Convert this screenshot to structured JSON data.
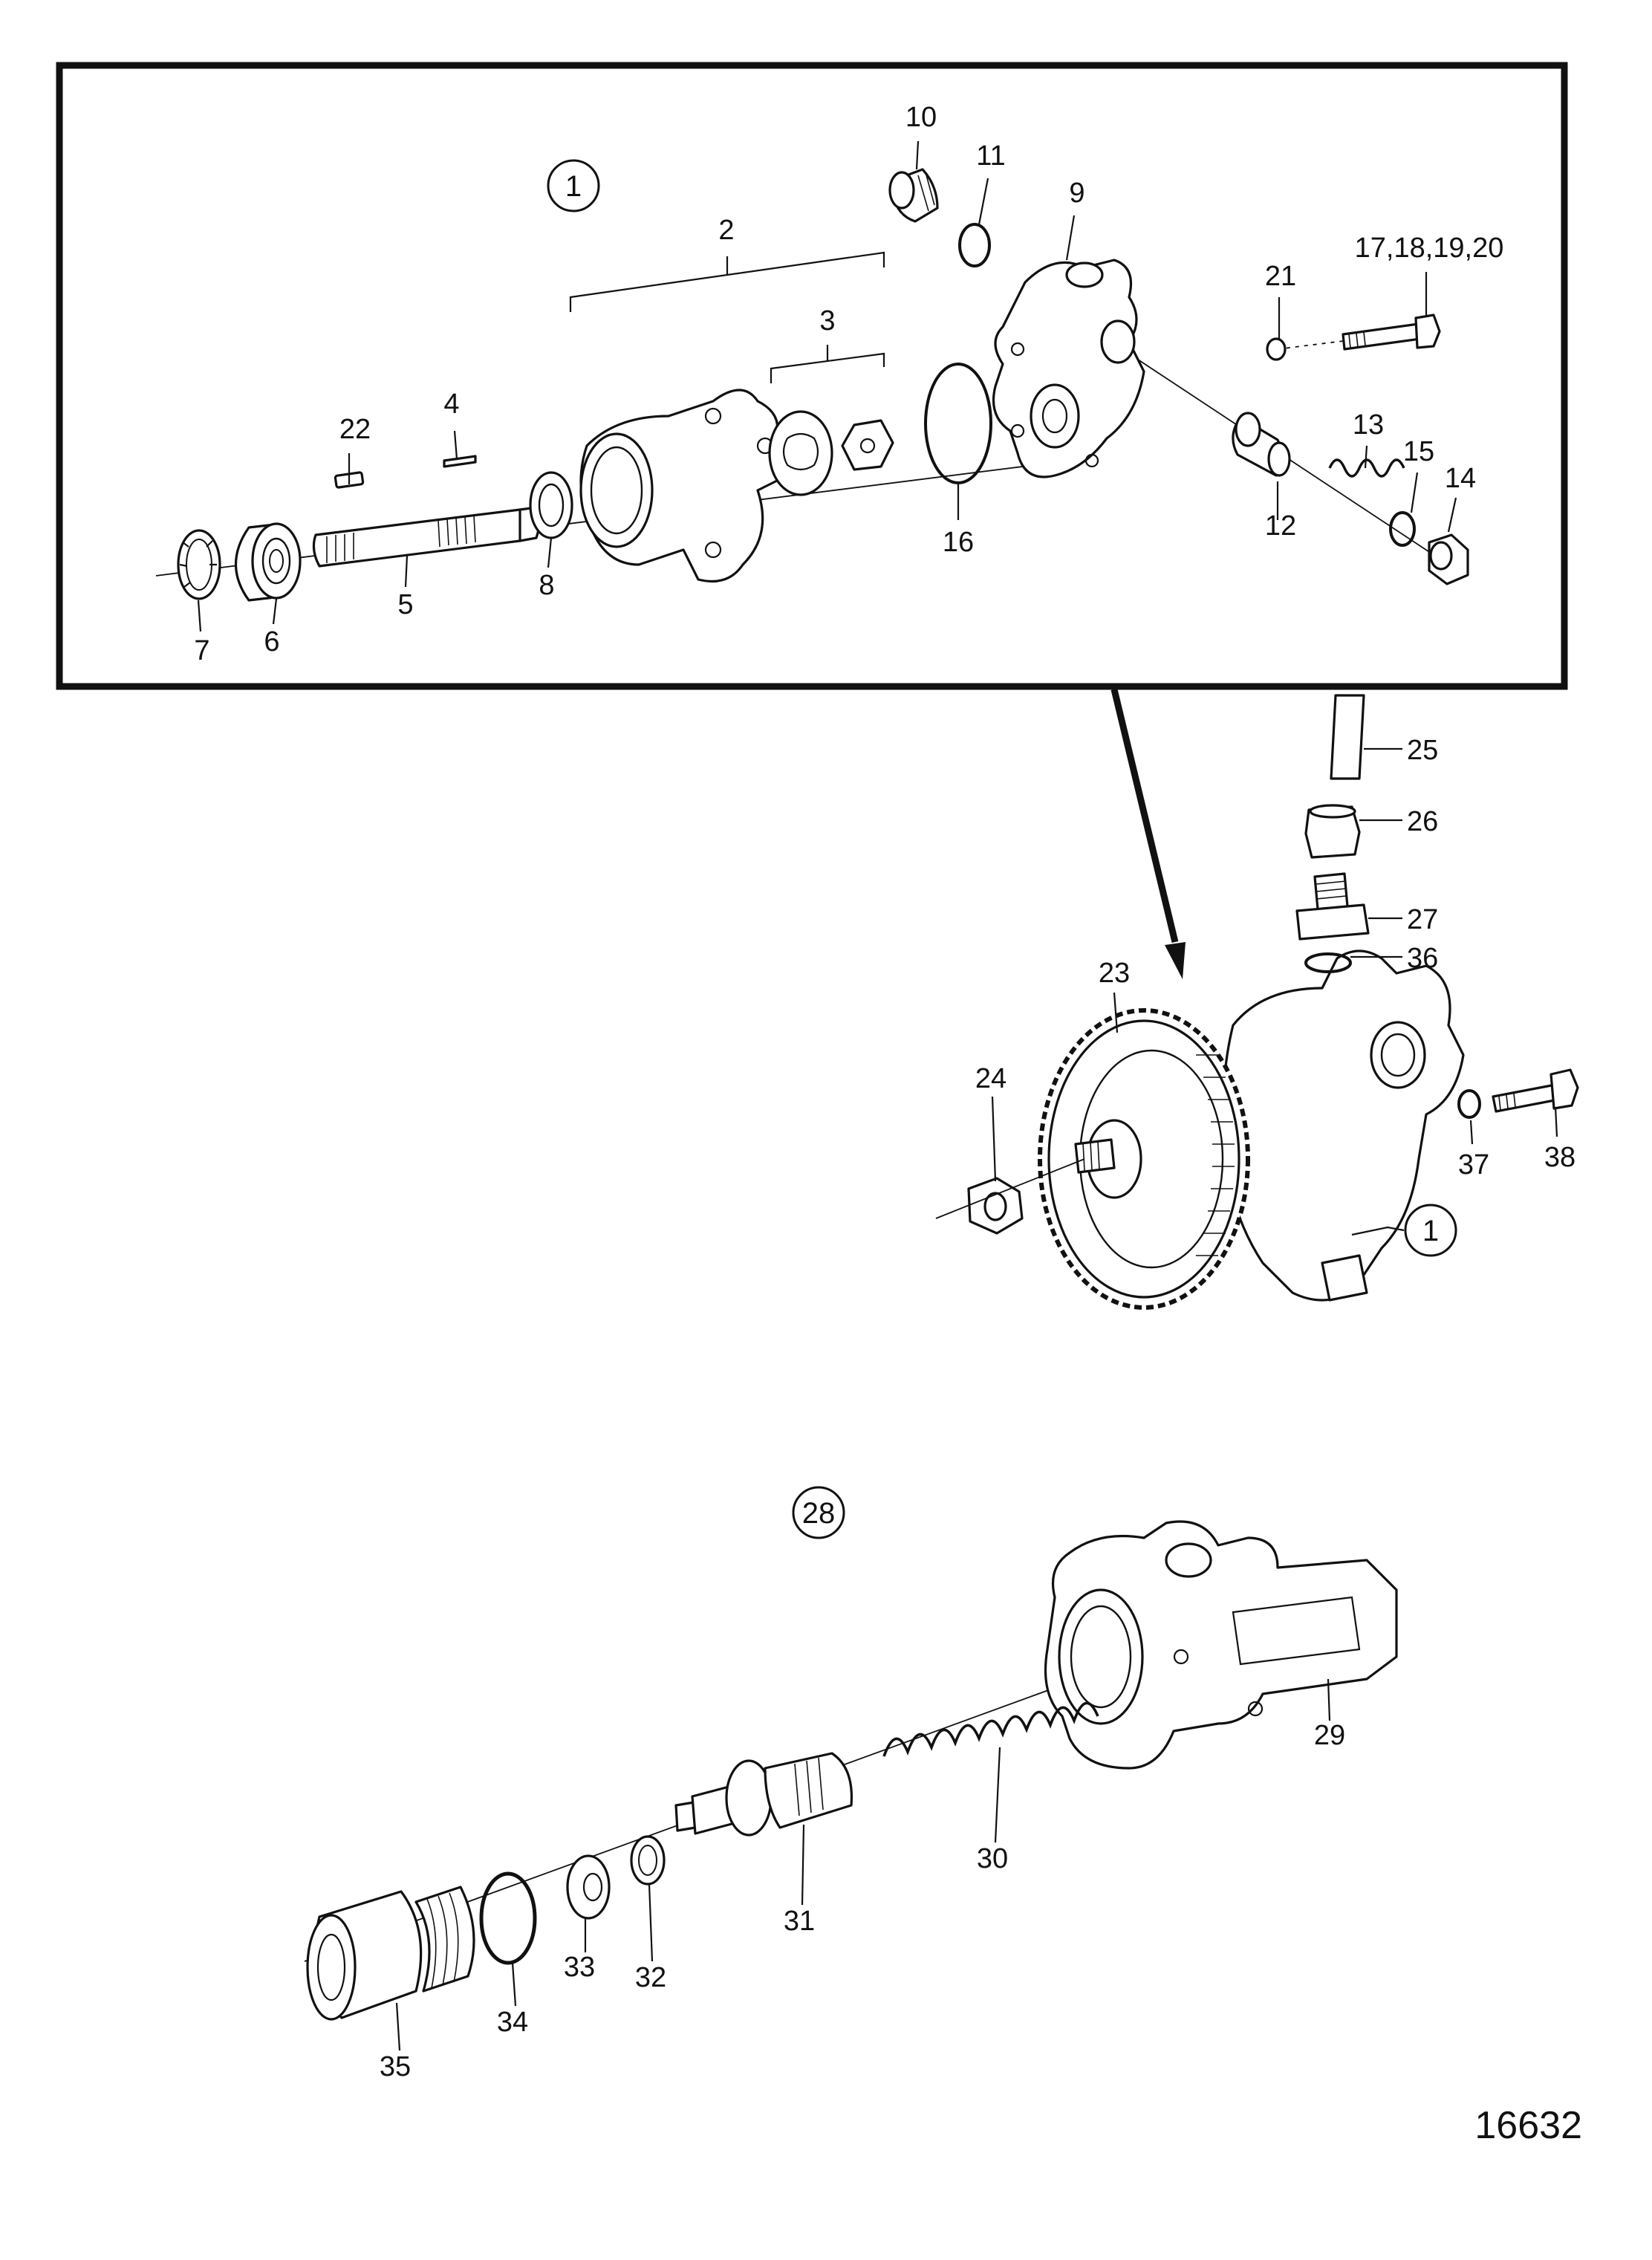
{
  "diagram": {
    "figure_number": "16632",
    "assembly_refs": [
      "1",
      "28"
    ],
    "part_labels": {
      "p1": "1",
      "p2": "2",
      "p3": "3",
      "p4": "4",
      "p5": "5",
      "p6": "6",
      "p7": "7",
      "p8": "8",
      "p9": "9",
      "p10": "10",
      "p11": "11",
      "p12": "12",
      "p13": "13",
      "p14": "14",
      "p15": "15",
      "p16": "16",
      "p17_20": "17,18,19,20",
      "p21": "21",
      "p22": "22",
      "p23": "23",
      "p24": "24",
      "p25": "25",
      "p26": "26",
      "p27": "27",
      "p28": "28",
      "p29": "29",
      "p30": "30",
      "p31": "31",
      "p32": "32",
      "p33": "33",
      "p34": "34",
      "p35": "35",
      "p36": "36",
      "p37": "37",
      "p38": "38"
    }
  }
}
